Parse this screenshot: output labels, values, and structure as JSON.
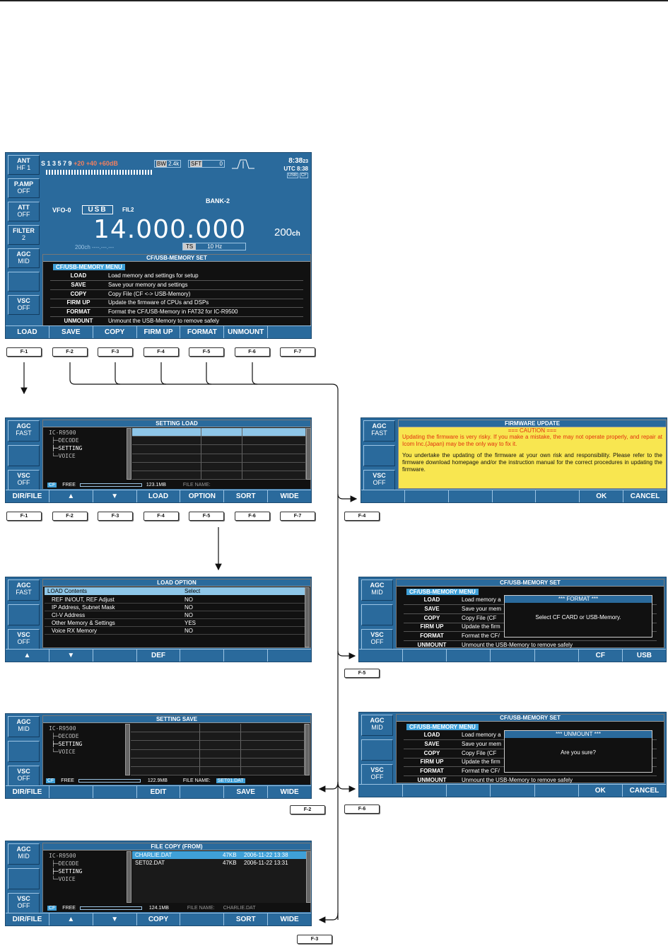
{
  "main": {
    "side": [
      {
        "t": "ANT",
        "s": "HF 1"
      },
      {
        "t": "P.AMP",
        "s": "OFF"
      },
      {
        "t": "ATT",
        "s": "OFF"
      },
      {
        "t": "FILTER",
        "s": "2"
      },
      {
        "t": "AGC",
        "s": "MID"
      },
      {
        "t": "",
        "s": ""
      },
      {
        "t": "VSC",
        "s": "OFF"
      }
    ],
    "smeter": "S 1   3   5   7   9",
    "smeter_plus": "+20  +40  +60dB",
    "bw_label": "BW",
    "bw": "2.4k",
    "sft_label": "SFT",
    "sft": "0",
    "clock": "8:38",
    "clock_sec": "23",
    "utc": "UTC  8:38",
    "usb_badge": "USB",
    "cf_badge": "CF",
    "bank": "BANK-2",
    "vfo": "VFO-0",
    "mode": "USB",
    "fil": "FIL2",
    "freq": "14.000.000",
    "ch": "200",
    "ch_unit": "ch",
    "sub_ch": "200ch  ----.---.---",
    "ts_label": "TS",
    "ts": "10 Hz",
    "menu_title": "CF/USB-MEMORY SET",
    "menu_hdr": "CF/USB-MEMORY MENU",
    "menu": [
      {
        "k": "LOAD",
        "v": "Load memory and settings for setup"
      },
      {
        "k": "SAVE",
        "v": "Save your memory and settings"
      },
      {
        "k": "COPY",
        "v": "Copy File (CF <-> USB-Memory)"
      },
      {
        "k": "FIRM UP",
        "v": "Update the firmware of CPUs and DSPs"
      },
      {
        "k": "FORMAT",
        "v": "Format the CF/USB-Memory in FAT32 for IC-R9500"
      },
      {
        "k": "UNMOUNT",
        "v": "Unmount the USB-Memory to remove safely"
      }
    ],
    "fkeys": [
      "LOAD",
      "SAVE",
      "COPY",
      "FIRM UP",
      "FORMAT",
      "UNMOUNT",
      ""
    ],
    "fbuttons": [
      "F-1",
      "F-2",
      "F-3",
      "F-4",
      "F-5",
      "F-6",
      "F-7"
    ]
  },
  "load": {
    "side": [
      {
        "t": "AGC",
        "s": "FAST"
      },
      {
        "t": "",
        "s": ""
      },
      {
        "t": "VSC",
        "s": "OFF"
      }
    ],
    "title": "SETTING LOAD",
    "tree": [
      "IC-R9500",
      "├─DECODE",
      "├─SETTING",
      "└─VOICE"
    ],
    "cf": "CF",
    "free": "FREE",
    "size": "123.1MB",
    "file_name": "FILE NAME:",
    "fkeys": [
      "DIR/FILE",
      "▲",
      "▼",
      "LOAD",
      "OPTION",
      "SORT",
      "WIDE"
    ],
    "fbuttons": [
      "F-1",
      "F-2",
      "F-3",
      "F-4",
      "F-5",
      "F-6",
      "F-7"
    ]
  },
  "option": {
    "side": [
      {
        "t": "AGC",
        "s": "FAST"
      },
      {
        "t": "",
        "s": ""
      },
      {
        "t": "VSC",
        "s": "OFF"
      }
    ],
    "title": "LOAD OPTION",
    "hdr": {
      "k": "LOAD Contents",
      "v": "Select"
    },
    "rows": [
      {
        "k": "REF IN/OUT, REF Adjust",
        "v": "NO"
      },
      {
        "k": "IP Address, Subnet Mask",
        "v": "NO"
      },
      {
        "k": "CI-V Address",
        "v": "NO"
      },
      {
        "k": "Other Memory & Settings",
        "v": "YES"
      },
      {
        "k": "Voice RX Memory",
        "v": "NO"
      }
    ],
    "fkeys": [
      "▲",
      "▼",
      "",
      "DEF",
      "",
      "",
      ""
    ]
  },
  "save": {
    "side": [
      {
        "t": "AGC",
        "s": "MID"
      },
      {
        "t": "",
        "s": ""
      },
      {
        "t": "VSC",
        "s": "OFF"
      }
    ],
    "title": "SETTING SAVE",
    "tree": [
      "IC-R9500",
      "├─DECODE",
      "├─SETTING",
      "└─VOICE"
    ],
    "cf": "CF",
    "free": "FREE",
    "size": "122.9MB",
    "file_name": "FILE NAME:",
    "file": "SET01.DAT",
    "fkeys": [
      "DIR/FILE",
      "",
      "",
      "EDIT",
      "",
      "SAVE",
      "WIDE"
    ],
    "tag": "F-2"
  },
  "copy": {
    "side": [
      {
        "t": "AGC",
        "s": "MID"
      },
      {
        "t": "",
        "s": ""
      },
      {
        "t": "VSC",
        "s": "OFF"
      }
    ],
    "title": "FILE COPY (FROM)",
    "tree": [
      "IC-R9500",
      "├─DECODE",
      "├─SETTING",
      "└─VOICE"
    ],
    "files": [
      {
        "n": "CHARLIE.DAT",
        "s": "47KB",
        "d": "2006-11-22 13:38"
      },
      {
        "n": "SET02.DAT",
        "s": "47KB",
        "d": "2006-11-22 13:31"
      }
    ],
    "cf": "CF",
    "free": "FREE",
    "size": "124.1MB",
    "file_name": "FILE NAME:",
    "file": "CHARLIE.DAT",
    "fkeys": [
      "DIR/FILE",
      "▲",
      "▼",
      "COPY",
      "",
      "SORT",
      "WIDE"
    ],
    "tag": "F-3"
  },
  "firm": {
    "side": [
      {
        "t": "AGC",
        "s": "FAST"
      },
      {
        "t": "",
        "s": ""
      },
      {
        "t": "VSC",
        "s": "OFF"
      }
    ],
    "title": "FIRMWARE UPDATE",
    "caution": "=== CAUTION ===",
    "warn": "Updating the firmware is very risky. If you make a mistake, the           may not operate properly, and repair at Icom Inc.(Japan) may be the only way to fix it.",
    "info": "You undertake the updating of the firmware at your own risk and responsibility. Please refer to the firmware download homepage and/or the instruction manual for the correct procedures in updating the firmware.",
    "fkeys": [
      "",
      "",
      "",
      "",
      "",
      "OK",
      "CANCEL"
    ],
    "tag": "F-4"
  },
  "format": {
    "side": [
      {
        "t": "AGC",
        "s": "MID"
      },
      {
        "t": "",
        "s": ""
      },
      {
        "t": "VSC",
        "s": "OFF"
      }
    ],
    "title": "CF/USB-MEMORY SET",
    "menu_hdr": "CF/USB-MEMORY MENU",
    "menu": [
      {
        "k": "LOAD",
        "v": "Load memory a"
      },
      {
        "k": "SAVE",
        "v": "Save your mem"
      },
      {
        "k": "COPY",
        "v": "Copy File (CF"
      },
      {
        "k": "FIRM UP",
        "v": "Update the firm"
      },
      {
        "k": "FORMAT",
        "v": "Format the CF/"
      },
      {
        "k": "UNMOUNT",
        "v": "Unmount the USB-Memory to remove safely"
      }
    ],
    "dlg_title": "*** FORMAT ***",
    "dlg_text": "Select CF CARD or USB-Memory.",
    "fkeys": [
      "",
      "",
      "",
      "",
      "",
      "CF",
      "USB"
    ],
    "tag": "F-5"
  },
  "unmount": {
    "side": [
      {
        "t": "AGC",
        "s": "MID"
      },
      {
        "t": "",
        "s": ""
      },
      {
        "t": "VSC",
        "s": "OFF"
      }
    ],
    "title": "CF/USB-MEMORY SET",
    "menu_hdr": "CF/USB-MEMORY MENU",
    "menu": [
      {
        "k": "LOAD",
        "v": "Load memory a"
      },
      {
        "k": "SAVE",
        "v": "Save your mem"
      },
      {
        "k": "COPY",
        "v": "Copy File (CF"
      },
      {
        "k": "FIRM UP",
        "v": "Update the firm"
      },
      {
        "k": "FORMAT",
        "v": "Format the CF/"
      },
      {
        "k": "UNMOUNT",
        "v": "Unmount the USB-Memory to remove safely"
      }
    ],
    "dlg_title": "*** UNMOUNT ***",
    "dlg_text": "Are you sure?",
    "fkeys": [
      "",
      "",
      "",
      "",
      "",
      "OK",
      "CANCEL"
    ],
    "tag": "F-6"
  }
}
